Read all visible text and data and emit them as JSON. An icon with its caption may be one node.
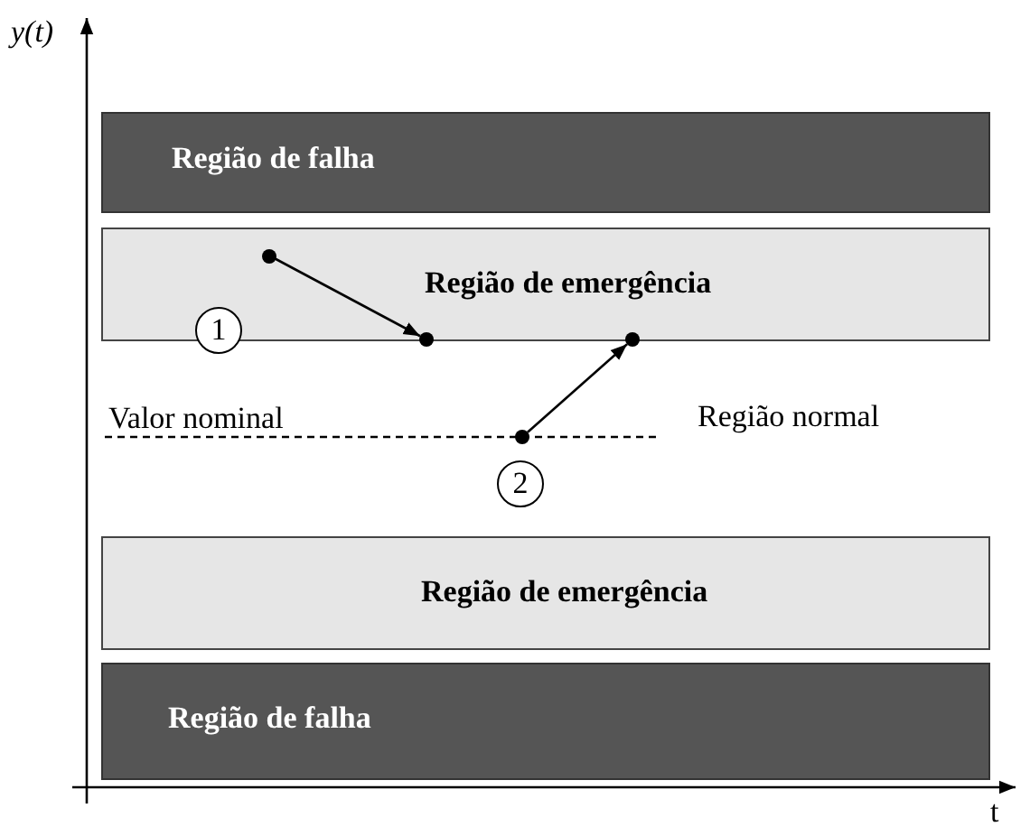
{
  "diagram": {
    "nodes": [
      {
        "text": [
          "Região de falha"
        ]
      },
      {
        "text": [
          "Região de emergência"
        ]
      },
      {
        "text": [
          "Região normal"
        ]
      },
      {
        "text": [
          "Região de emergência"
        ]
      },
      {
        "text": [
          "Região de falha"
        ]
      },
      {
        "text": [
          "1"
        ],
        "in": 1
      },
      {
        "text": [
          "2"
        ],
        "in": 2
      },
      {
        "text": [],
        "shape": "circle",
        "in": 1
      },
      {
        "text": [],
        "shape": "circle"
      },
      {
        "text": [],
        "shape": "circle",
        "in": 2
      },
      {
        "text": [],
        "shape": "circle"
      }
    ],
    "edges": [
      {
        "from": 7,
        "to": 8,
        "arrow": "to"
      },
      {
        "from": 9,
        "to": 10,
        "arrow": "to"
      }
    ],
    "labels": [
      "y(t)",
      "t",
      "Valor nominal"
    ]
  }
}
